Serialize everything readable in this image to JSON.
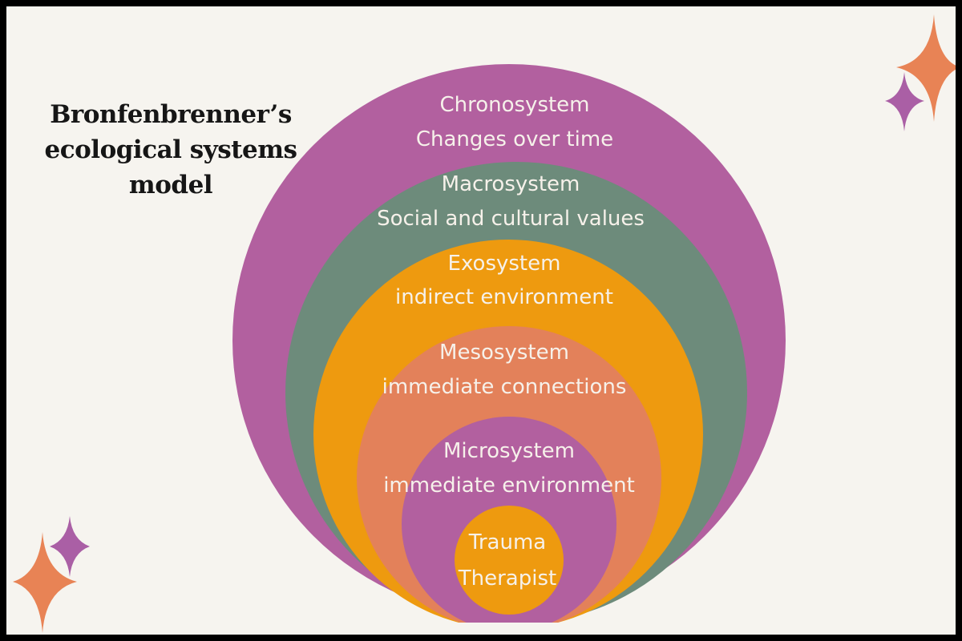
{
  "title": {
    "line1": "Bronfenbrenner’s",
    "line2": "ecological systems",
    "line3": "model"
  },
  "layers": [
    {
      "name": "Chronosystem",
      "description": "Changes over time",
      "color": "#b2609f"
    },
    {
      "name": "Macrosystem",
      "description": "Social and cultural values",
      "color": "#6d8b7b"
    },
    {
      "name": "Exosystem",
      "description": "indirect environment",
      "color": "#ee9a0f"
    },
    {
      "name": "Mesosystem",
      "description": "immediate connections",
      "color": "#e3815a"
    },
    {
      "name": "Microsystem",
      "description": "immediate environment",
      "color": "#b2609f"
    },
    {
      "name": "Trauma",
      "description": "Therapist",
      "color": "#ee9a0f"
    }
  ],
  "colors": {
    "background": "#f6f4ef",
    "sparkle_orange": "#e88355",
    "sparkle_purple": "#aa5fa5"
  }
}
